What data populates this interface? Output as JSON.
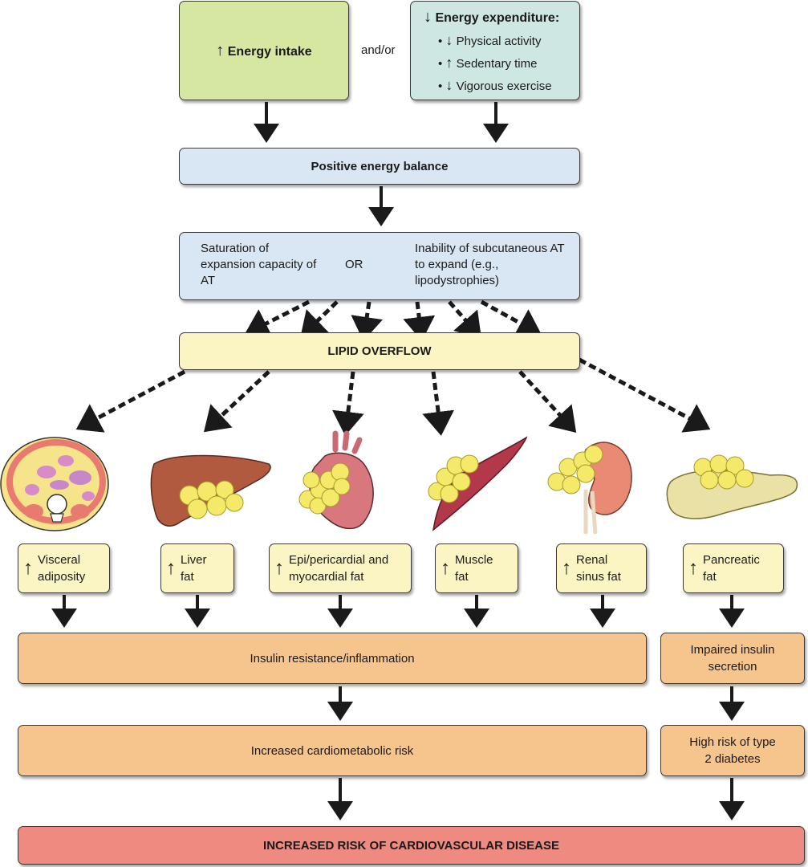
{
  "top": {
    "energy_intake": "Energy intake",
    "andor": "and/or",
    "expenditure_title": "Energy expenditure:",
    "expenditure_items": [
      "Physical activity",
      "Sedentary time",
      "Vigorous exercise"
    ],
    "expenditure_arrows": [
      "down",
      "up",
      "down"
    ]
  },
  "positive_balance": "Positive energy balance",
  "saturation": {
    "left": "Saturation of expansion capacity of AT",
    "or": "OR",
    "right": "Inability of subcutaneous AT to expand (e.g., lipodystrophies)"
  },
  "lipid_overflow": "LIPID OVERFLOW",
  "depots": [
    {
      "icon": "visceral-cross-section-icon",
      "label": "Visceral adiposity"
    },
    {
      "icon": "liver-icon",
      "label": "Liver fat"
    },
    {
      "icon": "heart-icon",
      "label": "Epi/pericardial and myocardial fat"
    },
    {
      "icon": "muscle-icon",
      "label": "Muscle fat"
    },
    {
      "icon": "kidney-icon",
      "label": "Renal sinus fat"
    },
    {
      "icon": "pancreas-icon",
      "label": "Pancreatic fat"
    }
  ],
  "insulin_resistance": "Insulin resistance/inflammation",
  "impaired_secretion": "Impaired insulin secretion",
  "cardiometabolic": "Increased cardiometabolic risk",
  "diabetes": "High risk of type 2 diabetes",
  "final": "INCREASED RISK OF CARDIOVASCULAR DISEASE",
  "colors": {
    "green": "#d6e7a2",
    "teal": "#cfe7e3",
    "blue": "#d9e6f3",
    "yellow": "#fbf5c4",
    "orange": "#f6c58e",
    "red": "#ee8a80",
    "fat": "#f5e96a"
  }
}
